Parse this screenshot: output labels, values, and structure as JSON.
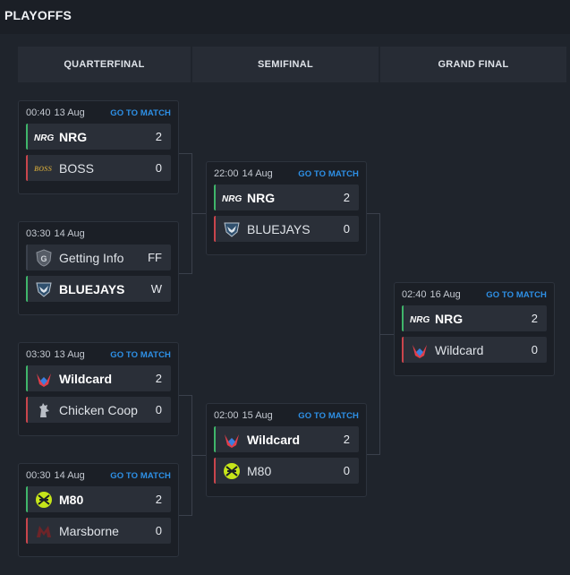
{
  "title": "PLAYOFFS",
  "columns": [
    "QUARTERFINAL",
    "SEMIFINAL",
    "GRAND FINAL"
  ],
  "goto_label": "GO TO MATCH",
  "matches": [
    {
      "time": "00:40",
      "date": "13 Aug",
      "goto": true,
      "teams": [
        {
          "name": "NRG",
          "score": "2",
          "result": "win",
          "logo": "nrg-logo-icon"
        },
        {
          "name": "BOSS",
          "score": "0",
          "result": "lose",
          "logo": "boss-logo-icon"
        }
      ]
    },
    {
      "time": "03:30",
      "date": "14 Aug",
      "goto": false,
      "teams": [
        {
          "name": "Getting Info",
          "score": "FF",
          "result": "neutral",
          "logo": "getting-info-logo-icon"
        },
        {
          "name": "BLUEJAYS",
          "score": "W",
          "result": "win",
          "logo": "bluejays-logo-icon"
        }
      ]
    },
    {
      "time": "03:30",
      "date": "13 Aug",
      "goto": true,
      "teams": [
        {
          "name": "Wildcard",
          "score": "2",
          "result": "win",
          "logo": "wildcard-logo-icon"
        },
        {
          "name": "Chicken Coop",
          "score": "0",
          "result": "lose",
          "logo": "chicken-coop-logo-icon"
        }
      ]
    },
    {
      "time": "00:30",
      "date": "14 Aug",
      "goto": true,
      "teams": [
        {
          "name": "M80",
          "score": "2",
          "result": "win",
          "logo": "m80-logo-icon"
        },
        {
          "name": "Marsborne",
          "score": "0",
          "result": "lose",
          "logo": "marsborne-logo-icon"
        }
      ]
    },
    {
      "time": "22:00",
      "date": "14 Aug",
      "goto": true,
      "teams": [
        {
          "name": "NRG",
          "score": "2",
          "result": "win",
          "logo": "nrg-logo-icon"
        },
        {
          "name": "BLUEJAYS",
          "score": "0",
          "result": "lose",
          "logo": "bluejays-logo-icon"
        }
      ]
    },
    {
      "time": "02:00",
      "date": "15 Aug",
      "goto": true,
      "teams": [
        {
          "name": "Wildcard",
          "score": "2",
          "result": "win",
          "logo": "wildcard-logo-icon"
        },
        {
          "name": "M80",
          "score": "0",
          "result": "lose",
          "logo": "m80-logo-icon"
        }
      ]
    },
    {
      "time": "02:40",
      "date": "16 Aug",
      "goto": true,
      "teams": [
        {
          "name": "NRG",
          "score": "2",
          "result": "win",
          "logo": "nrg-logo-icon"
        },
        {
          "name": "Wildcard",
          "score": "0",
          "result": "lose",
          "logo": "wildcard-logo-icon"
        }
      ]
    }
  ],
  "logo_text": {
    "nrg": "NRG",
    "boss": "BOSS",
    "getting_info": "G"
  },
  "colors": {
    "win": "#3fb56a",
    "lose": "#c9454c",
    "link": "#2e90e6",
    "m80": "#c6e51a"
  }
}
